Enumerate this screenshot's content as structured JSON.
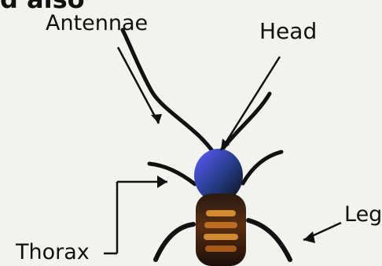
{
  "diagram": {
    "labels": {
      "antennae": "Antennae",
      "head": "Head",
      "legs": "Leg",
      "thorax": "Thorax"
    },
    "top_fragment": "d also",
    "colors": {
      "background": "#f2f2ef",
      "ink": "#111111",
      "body_dark": "#1b0f0a",
      "body_brown": "#2a1a11",
      "head_highlight": "#5f5cff",
      "segment_orange": "#d58a2d"
    }
  }
}
